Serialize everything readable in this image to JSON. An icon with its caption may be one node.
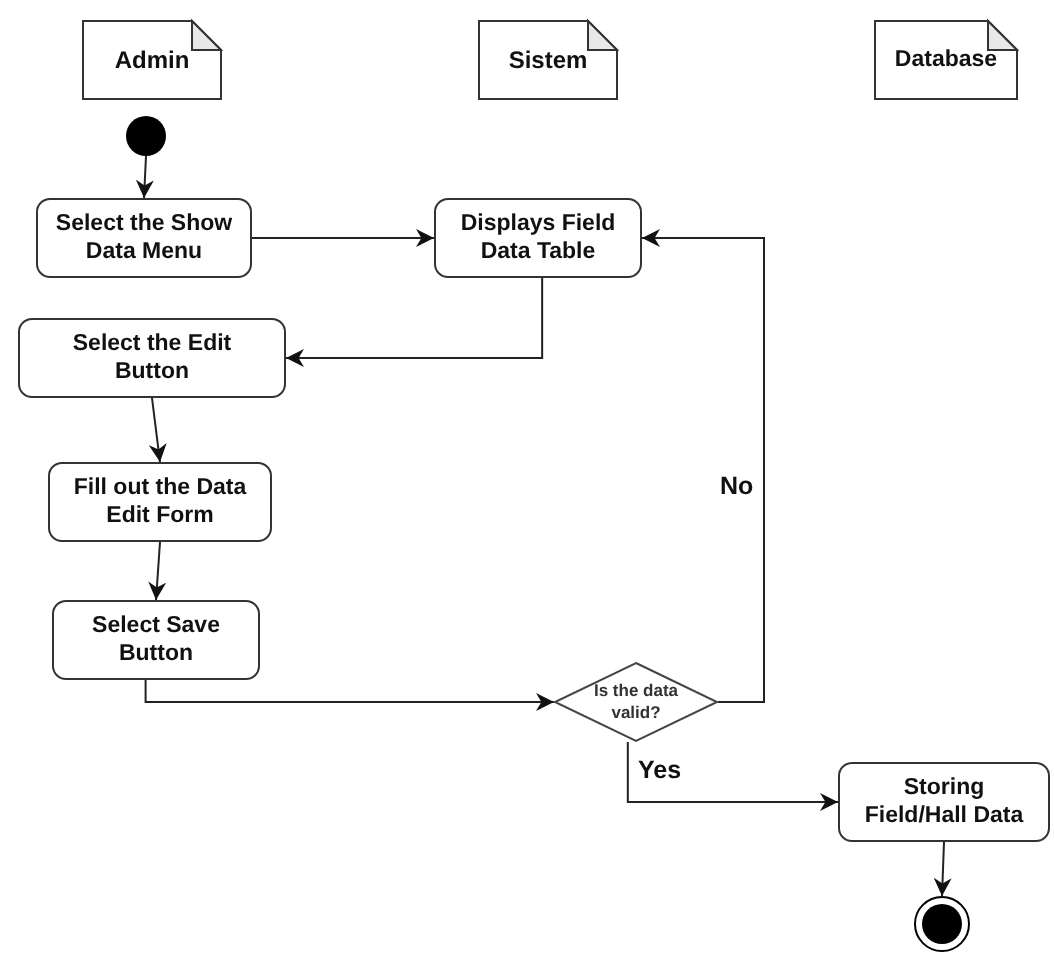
{
  "diagram": {
    "nodes": [
      {
        "text": [
          "Admin"
        ]
      },
      {
        "text": [
          "Sistem"
        ]
      },
      {
        "text": [
          "Database"
        ]
      },
      {
        "text": [],
        "shape": "circle"
      },
      {
        "text": [
          "Select the Show Data Menu"
        ]
      },
      {
        "text": [
          "Displays Field Data Table"
        ]
      },
      {
        "text": [
          "Select the Edit Button"
        ]
      },
      {
        "text": [
          "Fill out the Data Edit Form"
        ]
      },
      {
        "text": [
          "Select Save Button"
        ]
      },
      {
        "text": [
          "Is the data valid?"
        ]
      },
      {
        "text": [
          "Storing Field/Hall Data"
        ]
      },
      {
        "text": [],
        "shape": "circle"
      }
    ],
    "edges": [
      {
        "from": 3,
        "to": 4,
        "arrow": "to"
      },
      {
        "from": 4,
        "to": 5,
        "arrow": "to"
      },
      {
        "from": 5,
        "to": 6,
        "arrow": "to"
      },
      {
        "from": 6,
        "to": 7,
        "arrow": "to"
      },
      {
        "from": 7,
        "to": 8,
        "arrow": "to"
      },
      {
        "from": 8,
        "to": 9,
        "arrow": "to"
      },
      {
        "from": 9,
        "to": 5,
        "arrow": "to",
        "label": "No"
      },
      {
        "from": 9,
        "to": 10,
        "arrow": "to",
        "label": "Yes"
      },
      {
        "from": 10,
        "to": 11,
        "arrow": "to"
      }
    ]
  }
}
